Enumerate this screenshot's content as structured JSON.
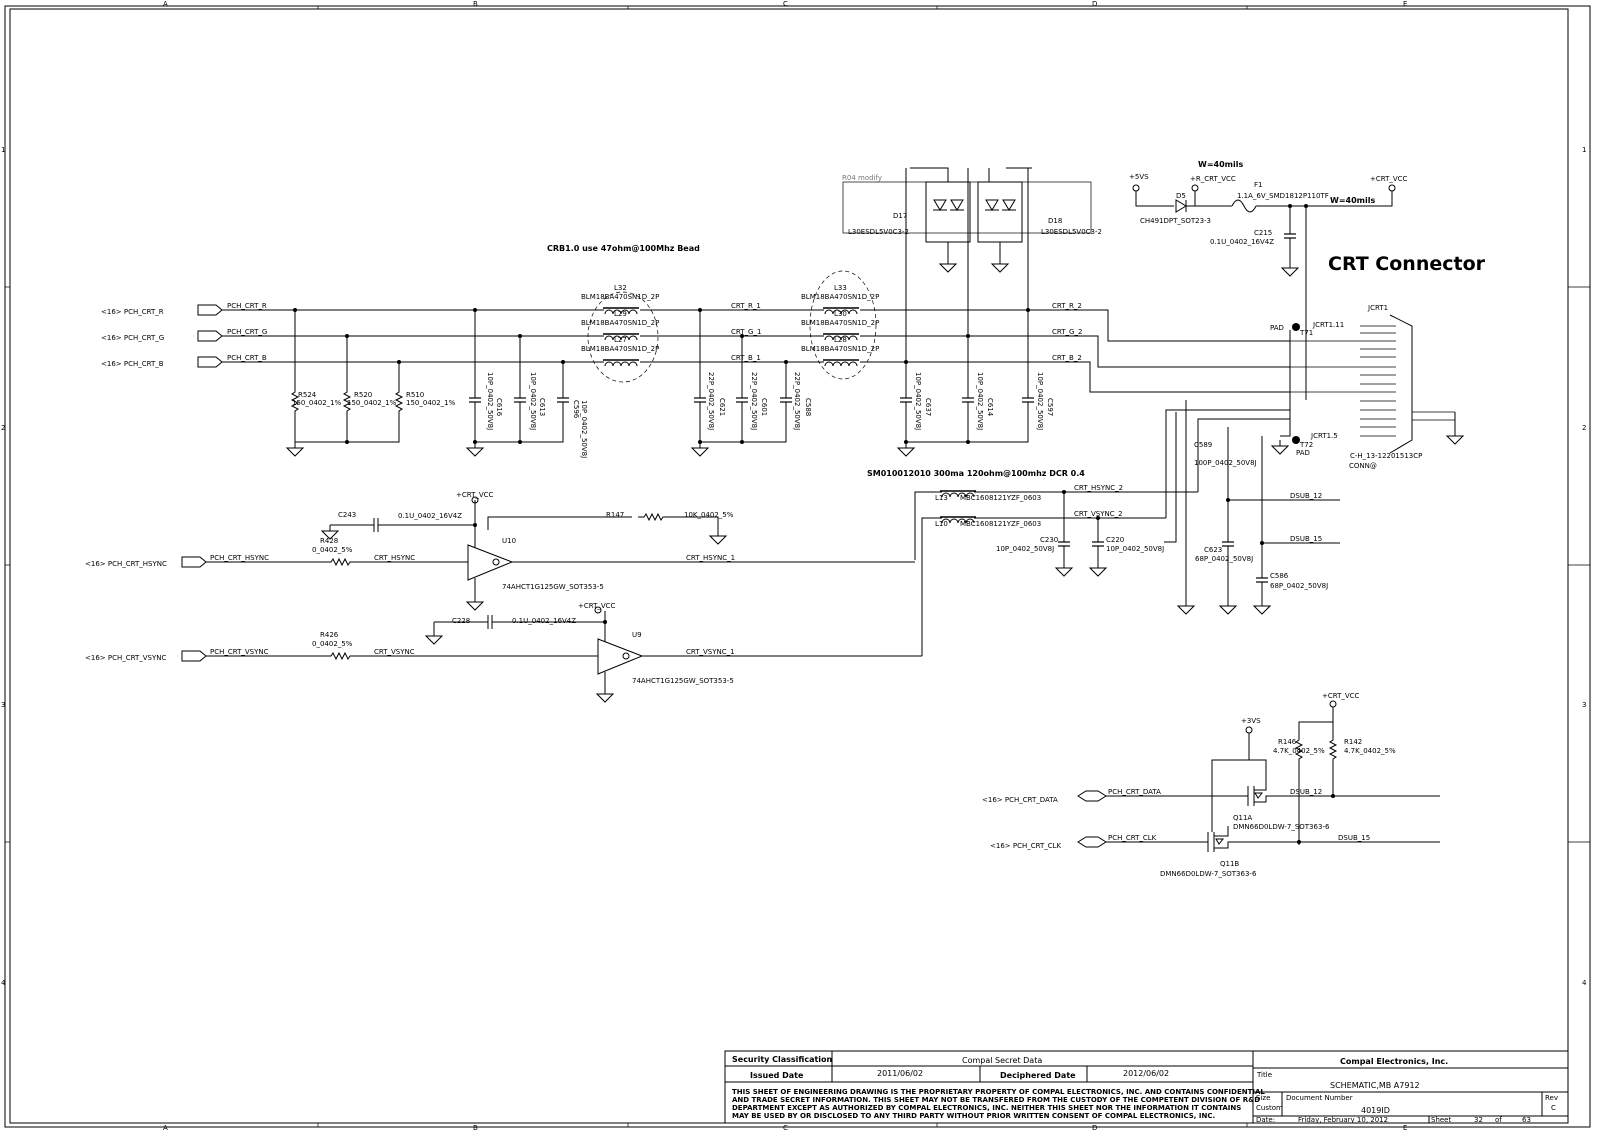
{
  "frame": {
    "cols": [
      "A",
      "B",
      "C",
      "D",
      "E"
    ],
    "rows": [
      "1",
      "2",
      "3",
      "4"
    ]
  },
  "title": "CRT Connector",
  "notes": {
    "bead_note": "CRB1.0 use 47ohm@100Mhz Bead",
    "sync_filter_note": "SM010012010 300ma 120ohm@100mhz DCR 0.4",
    "r04_modify": "R04 modify",
    "width_note_1": "W=40mils",
    "width_note_2": "W=40mils"
  },
  "offpage": {
    "pch_crt_r": "<16> PCH_CRT_R",
    "pch_crt_g": "<16> PCH_CRT_G",
    "pch_crt_b": "<16> PCH_CRT_B",
    "pch_crt_hsync": "<16> PCH_CRT_HSYNC",
    "pch_crt_vsync": "<16> PCH_CRT_VSYNC",
    "pch_crt_data": "<16> PCH_CRT_DATA",
    "pch_crt_clk": "<16> PCH_CRT_CLK"
  },
  "nets": {
    "pch_r": "PCH_CRT_R",
    "pch_g": "PCH_CRT_G",
    "pch_b": "PCH_CRT_B",
    "crt_r1": "CRT_R_1",
    "crt_g1": "CRT_G_1",
    "crt_b1": "CRT_B_1",
    "crt_r2": "CRT_R_2",
    "crt_g2": "CRT_G_2",
    "crt_b2": "CRT_B_2",
    "pch_hsync": "PCH_CRT_HSYNC",
    "crt_hsync": "CRT_HSYNC",
    "crt_hsync1": "CRT_HSYNC_1",
    "crt_hsync2": "CRT_HSYNC_2",
    "pch_vsync": "PCH_CRT_VSYNC",
    "crt_vsync": "CRT_VSYNC",
    "crt_vsync1": "CRT_VSYNC_1",
    "crt_vsync2": "CRT_VSYNC_2",
    "dsub12": "DSUB_12",
    "dsub15": "DSUB_15",
    "pch_data": "PCH_CRT_DATA",
    "pch_clk": "PCH_CRT_CLK",
    "jcrt1_11": "JCRT1.11",
    "jcrt1_5": "JCRT1.5"
  },
  "power": {
    "crt_vcc": "+CRT_VCC",
    "p5vs": "+5VS",
    "r_crt_vcc": "+R_CRT_VCC",
    "p3vs": "+3VS"
  },
  "parts": {
    "R524": {
      "ref": "R524",
      "val": "150_0402_1%"
    },
    "R520": {
      "ref": "R520",
      "val": "150_0402_1%"
    },
    "R510": {
      "ref": "R510",
      "val": "150_0402_1%"
    },
    "C616": {
      "ref": "C616",
      "val": "10P_0402_50V8J"
    },
    "C613": {
      "ref": "C613",
      "val": "10P_0402_50V8J"
    },
    "C596": {
      "ref": "C596",
      "val": "10P_0402_50V8J"
    },
    "L32": {
      "ref": "L32",
      "val": "BLM18BA470SN1D_2P"
    },
    "L29": {
      "ref": "L29",
      "val": "BLM18BA470SN1D_2P"
    },
    "L27": {
      "ref": "L27",
      "val": "BLM18BA470SN1D_2P"
    },
    "C621": {
      "ref": "C621",
      "val": "22P_0402_50V8J"
    },
    "C601": {
      "ref": "C601",
      "val": "22P_0402_50V8J"
    },
    "C588": {
      "ref": "C588",
      "val": "22P_0402_50V8J"
    },
    "L33": {
      "ref": "L33",
      "val": "BLM18BA470SN1D_2P"
    },
    "L30": {
      "ref": "L30",
      "val": "BLM18BA470SN1D_2P"
    },
    "L28": {
      "ref": "L28",
      "val": "BLM18BA470SN1D_2P"
    },
    "C637": {
      "ref": "C637",
      "val": "10P_0402_50V8J"
    },
    "C614": {
      "ref": "C614",
      "val": "10P_0402_50V8J"
    },
    "C597": {
      "ref": "C597",
      "val": "10P_0402_50V8J"
    },
    "D17": {
      "ref": "D17",
      "val": "L30ESDL5V0C3-2"
    },
    "D18": {
      "ref": "D18",
      "val": "L30ESDL5V0C3-2"
    },
    "D5": {
      "ref": "D5",
      "val": "CH491DPT_SOT23-3"
    },
    "F1": {
      "ref": "F1",
      "val": "1.1A_6V_SMD1812P110TF"
    },
    "C215": {
      "ref": "C215",
      "val": "0.1U_0402_16V4Z"
    },
    "JCRT1": {
      "ref": "JCRT1",
      "val": "C-H_13-12201513CP",
      "conn": "CONN@"
    },
    "T71": {
      "ref": "T71",
      "pad": "PAD"
    },
    "T72": {
      "ref": "T72",
      "pad": "PAD"
    },
    "C589": {
      "ref": "C589",
      "val": "100P_0402_50V8J"
    },
    "C623": {
      "ref": "C623",
      "val": "68P_0402_50V8J"
    },
    "C586": {
      "ref": "C586",
      "val": "68P_0402_50V8J"
    },
    "C243": {
      "ref": "C243",
      "val": "0.1U_0402_16V4Z"
    },
    "R428": {
      "ref": "R428",
      "val": "0_0402_5%"
    },
    "U10": {
      "ref": "U10",
      "val": "74AHCT1G125GW_SOT353-5"
    },
    "R147": {
      "ref": "R147",
      "val": "10K_0402_5%"
    },
    "L13": {
      "ref": "L13",
      "val": "MBC1608121YZF_0603"
    },
    "L10": {
      "ref": "L10",
      "val": "MBC1608121YZF_0603"
    },
    "C230": {
      "ref": "C230",
      "val": "10P_0402_50V8J"
    },
    "C220": {
      "ref": "C220",
      "val": "10P_0402_50V8J"
    },
    "C228": {
      "ref": "C228",
      "val": "0.1U_0402_16V4Z"
    },
    "R426": {
      "ref": "R426",
      "val": "0_0402_5%"
    },
    "U9": {
      "ref": "U9",
      "val": "74AHCT1G125GW_SOT353-5"
    },
    "R146": {
      "ref": "R146",
      "val": "4.7K_0402_5%"
    },
    "R142": {
      "ref": "R142",
      "val": "4.7K_0402_5%"
    },
    "Q11A": {
      "ref": "Q11A",
      "val": "DMN66D0LDW-7_SOT363-6"
    },
    "Q11B": {
      "ref": "Q11B",
      "val": "DMN66D0LDW-7_SOT363-6"
    }
  },
  "title_block": {
    "security_label": "Security Classification",
    "security_value": "Compal Secret Data",
    "issued_label": "Issued Date",
    "issued_value": "2011/06/02",
    "deciphered_label": "Deciphered Date",
    "deciphered_value": "2012/06/02",
    "company": "Compal Electronics, Inc.",
    "title_label": "Title",
    "title_value": "SCHEMATIC,MB A7912",
    "size_label": "Size",
    "size_value": "Custom",
    "docnum_label": "Document Number",
    "docnum_value": "4019ID",
    "rev_label": "Rev",
    "rev_value": "C",
    "date_label": "Date:",
    "date_value": "Friday, February 10, 2012",
    "sheet_label": "Sheet",
    "sheet_num": "32",
    "of_label": "of",
    "sheet_total": "63",
    "disclaimer_1": "THIS SHEET OF ENGINEERING DRAWING IS THE PROPRIETARY PROPERTY OF COMPAL ELECTRONICS, INC. AND CONTAINS CONFIDENTIAL",
    "disclaimer_2": "AND TRADE SECRET INFORMATION. THIS SHEET MAY NOT BE TRANSFERED FROM THE CUSTODY OF THE COMPETENT DIVISION OF R&D",
    "disclaimer_3": "DEPARTMENT EXCEPT AS AUTHORIZED BY COMPAL ELECTRONICS, INC. NEITHER THIS SHEET NOR THE INFORMATION IT CONTAINS",
    "disclaimer_4": "MAY BE USED BY OR DISCLOSED TO ANY THIRD PARTY WITHOUT PRIOR WRITTEN CONSENT OF COMPAL ELECTRONICS, INC."
  }
}
